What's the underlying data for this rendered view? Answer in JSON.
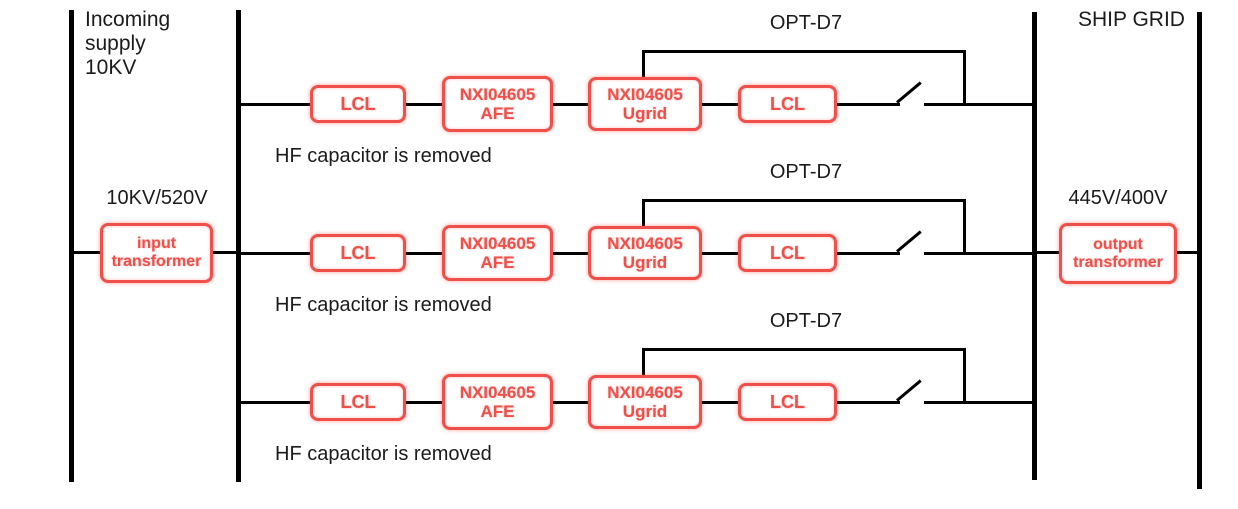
{
  "labels": {
    "incoming_line1": "Incoming supply",
    "incoming_line2": "10KV",
    "input_ratio": "10KV/520V",
    "ship_grid": "SHIP GRID",
    "output_ratio": "445V/400V"
  },
  "input_transformer": {
    "line1": "input",
    "line2": "transformer"
  },
  "output_transformer": {
    "line1": "output",
    "line2": "transformer"
  },
  "colors": {
    "box_red": "#f1504a",
    "wire_black": "#000000"
  },
  "rows": [
    {
      "opt_label": "OPT-D7",
      "lcl_in": "LCL",
      "afe_line1": "NXI04605",
      "afe_line2": "AFE",
      "ugrid_line1": "NXI04605",
      "ugrid_line2": "Ugrid",
      "lcl_out": "LCL",
      "note": "HF capacitor is removed"
    },
    {
      "opt_label": "OPT-D7",
      "lcl_in": "LCL",
      "afe_line1": "NXI04605",
      "afe_line2": "AFE",
      "ugrid_line1": "NXI04605",
      "ugrid_line2": "Ugrid",
      "lcl_out": "LCL",
      "note": "HF capacitor is removed"
    },
    {
      "opt_label": "OPT-D7",
      "lcl_in": "LCL",
      "afe_line1": "NXI04605",
      "afe_line2": "AFE",
      "ugrid_line1": "NXI04605",
      "ugrid_line2": "Ugrid",
      "lcl_out": "LCL",
      "note": "HF capacitor is removed"
    }
  ]
}
